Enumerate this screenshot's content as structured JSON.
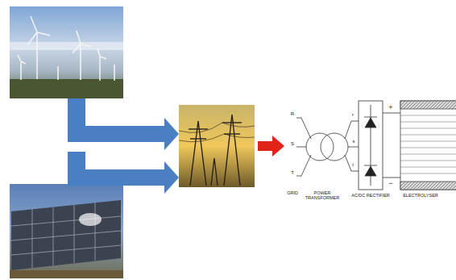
{
  "diagram": {
    "labels": [
      "R",
      "S",
      "T",
      "GRID",
      "POWER TRANSFORMER",
      "r",
      "s",
      "t",
      "AC/DC RECTIFIER",
      "+",
      "−",
      "ELECTROLYSER"
    ]
  }
}
